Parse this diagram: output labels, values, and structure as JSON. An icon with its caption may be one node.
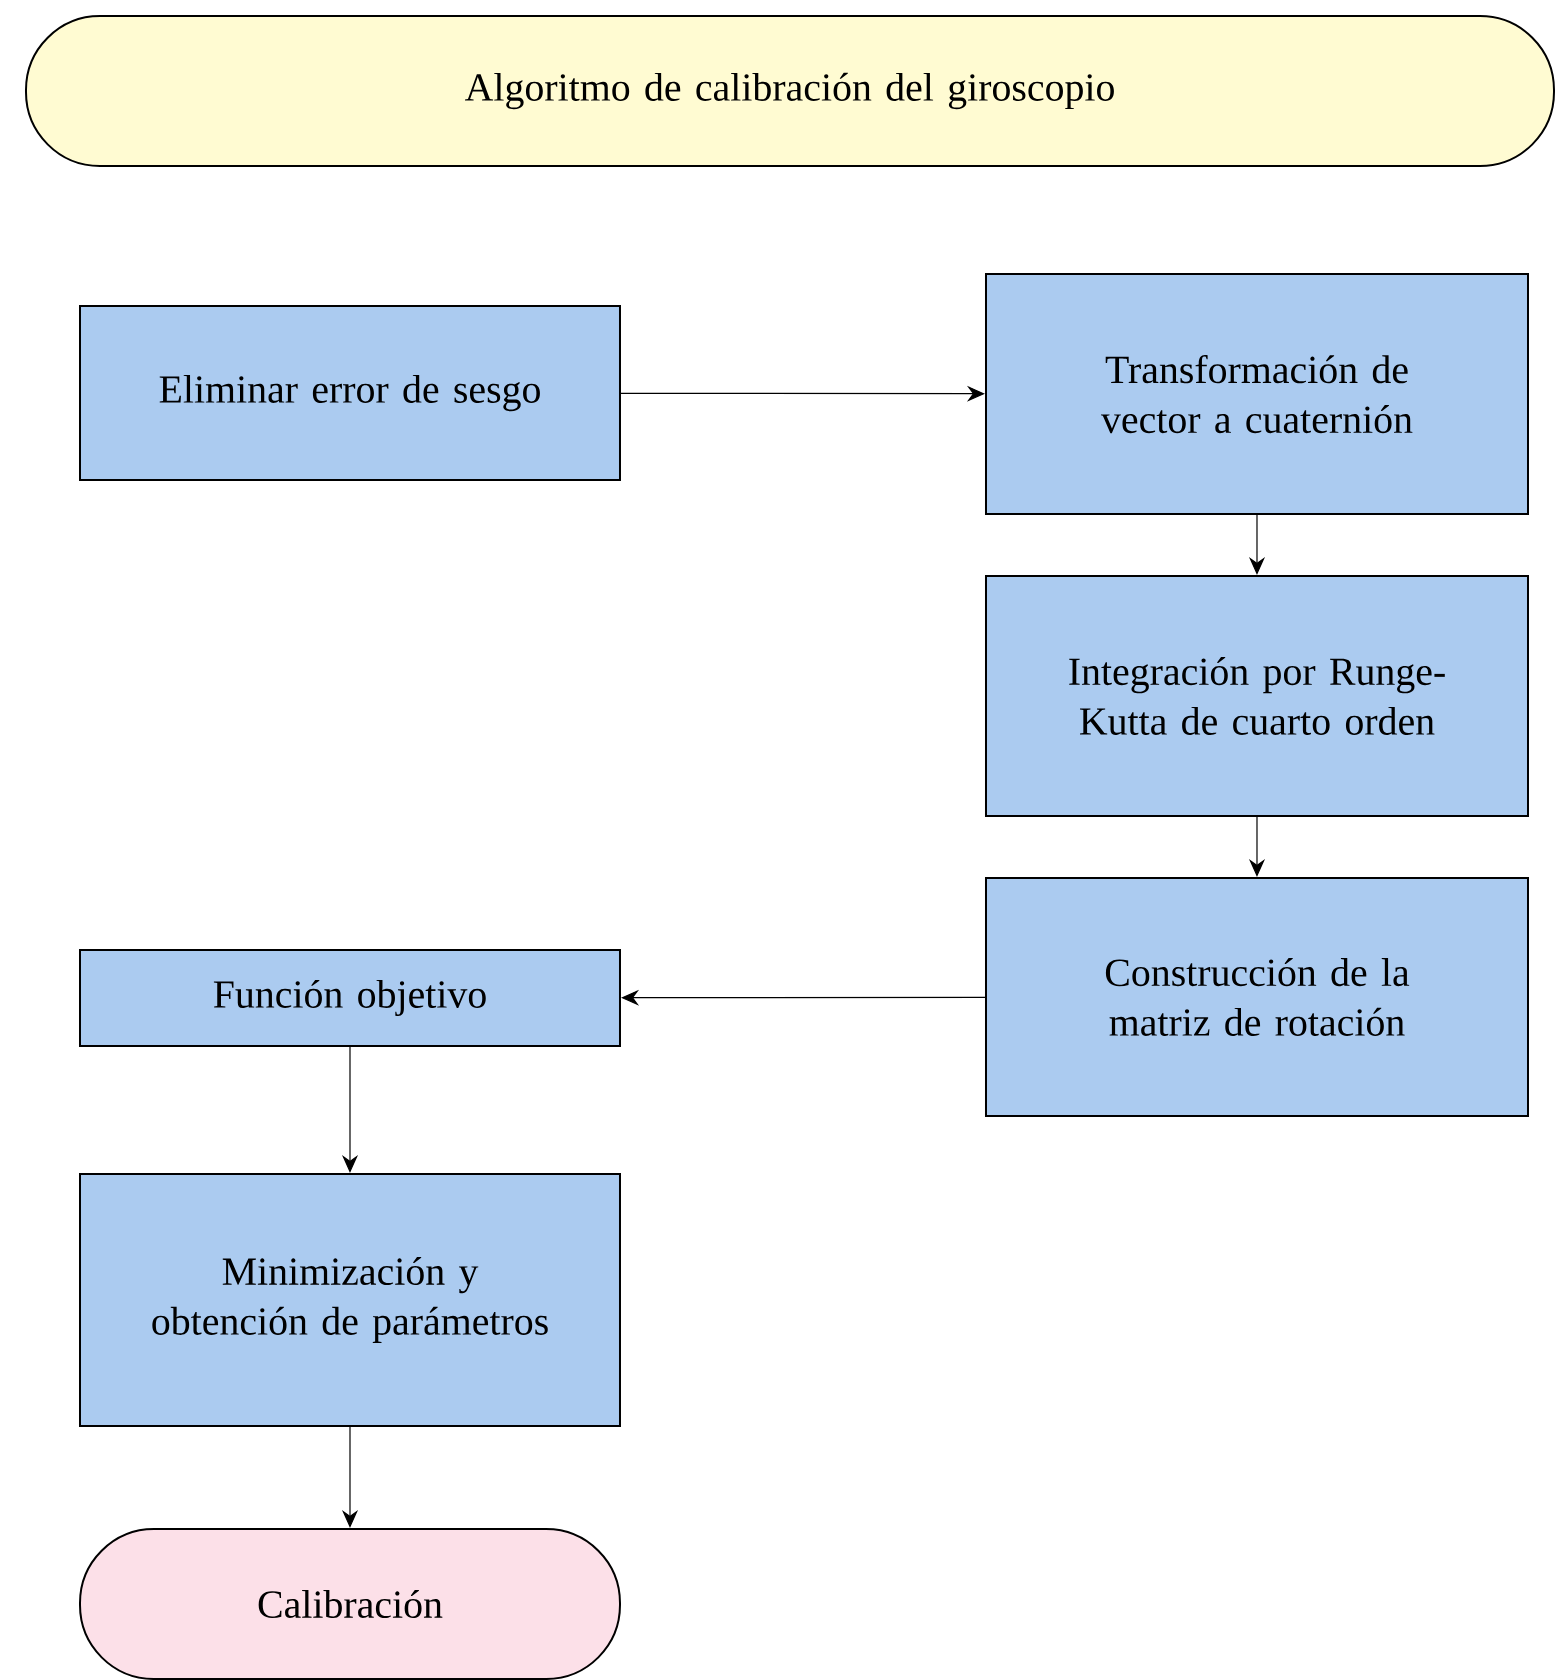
{
  "diagram": {
    "nodes": [
      {
        "text": [
          "Algoritmo de calibración del giroscopio"
        ]
      },
      {
        "text": [
          "Eliminar error de sesgo"
        ]
      },
      {
        "text": [
          "Transformación de vector a cuaternión"
        ]
      },
      {
        "text": [
          "Integración por Runge-Kutta de cuarto orden"
        ]
      },
      {
        "text": [
          "Construcción de la matriz de rotación"
        ]
      },
      {
        "text": [
          "Función objetivo"
        ]
      },
      {
        "text": [
          "Minimización y obtención de parámetros"
        ]
      },
      {
        "text": [
          "Calibración"
        ]
      }
    ],
    "edges": [
      {
        "from": 1,
        "to": 2,
        "arrow": "to"
      },
      {
        "from": 2,
        "to": 3,
        "arrow": "to"
      },
      {
        "from": 3,
        "to": 4,
        "arrow": "to"
      },
      {
        "from": 4,
        "to": 5,
        "arrow": "to"
      },
      {
        "from": 5,
        "to": 6,
        "arrow": "to"
      },
      {
        "from": 6,
        "to": 7,
        "arrow": "to"
      }
    ]
  }
}
